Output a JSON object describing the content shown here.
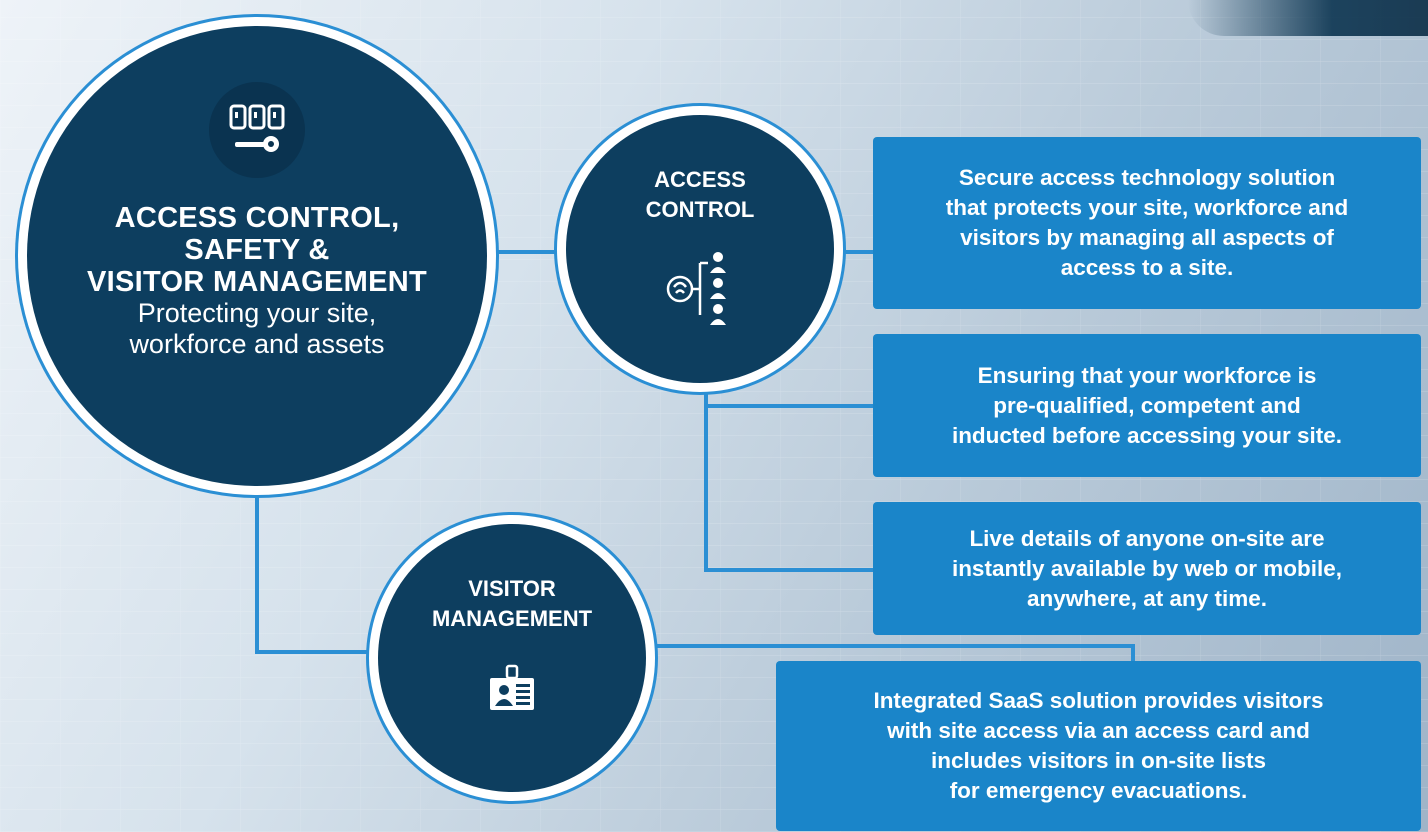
{
  "main": {
    "title_lines": [
      "ACCESS CONTROL,",
      "SAFETY &",
      "VISITOR MANAGEMENT"
    ],
    "subtitle_lines": [
      "Protecting your site,",
      "workforce and assets"
    ],
    "icon": "key-card-icon"
  },
  "access_control": {
    "title_lines": [
      "ACCESS",
      "CONTROL"
    ],
    "icon": "fingerprint-people-icon"
  },
  "visitor_management": {
    "title_lines": [
      "VISITOR",
      "MANAGEMENT"
    ],
    "icon": "id-badge-icon"
  },
  "boxes": [
    {
      "lines": [
        "Secure access technology solution",
        "that protects your site, workforce and",
        "visitors by managing all aspects of",
        "access to a site."
      ]
    },
    {
      "lines": [
        "Ensuring that your workforce is",
        "pre-qualified, competent and",
        "inducted before accessing your site."
      ]
    },
    {
      "lines": [
        "Live details of anyone on-site are",
        "instantly available by web or mobile,",
        "anywhere, at any time."
      ]
    },
    {
      "lines": [
        "Integrated SaaS solution provides visitors",
        "with site access via an access card and",
        "includes visitors in on-site lists",
        "for emergency evacuations."
      ]
    }
  ],
  "colors": {
    "circle_fill": "#0d3e5f",
    "accent": "#2b8fd4",
    "box_fill": "#1a85c9"
  }
}
